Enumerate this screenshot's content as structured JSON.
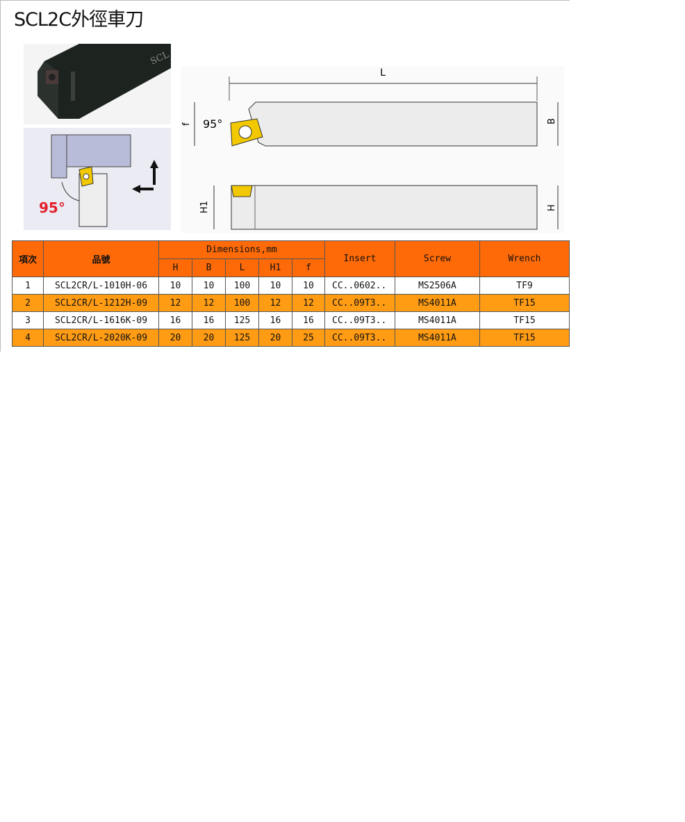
{
  "title": "SCL2C外徑車刀",
  "drawing": {
    "angle_label": "95°",
    "dim_L": "L",
    "dim_B": "B",
    "dim_f": "f",
    "dim_H": "H",
    "dim_H1": "H1",
    "photo_marking": "SCL"
  },
  "table": {
    "headers": {
      "item": "項次",
      "part_no": "品號",
      "dimensions": "Dimensions,mm",
      "H": "H",
      "B": "B",
      "L": "L",
      "H1": "H1",
      "f": "f",
      "insert": "Insert",
      "screw": "Screw",
      "wrench": "Wrench"
    },
    "rows": [
      {
        "item": "1",
        "part_no": "SCL2CR/L-1010H-06",
        "H": "10",
        "B": "10",
        "L": "100",
        "H1": "10",
        "f": "10",
        "insert": "CC..0602..",
        "screw": "MS2506A",
        "wrench": "TF9"
      },
      {
        "item": "2",
        "part_no": "SCL2CR/L-1212H-09",
        "H": "12",
        "B": "12",
        "L": "100",
        "H1": "12",
        "f": "12",
        "insert": "CC..09T3..",
        "screw": "MS4011A",
        "wrench": "TF15"
      },
      {
        "item": "3",
        "part_no": "SCL2CR/L-1616K-09",
        "H": "16",
        "B": "16",
        "L": "125",
        "H1": "16",
        "f": "16",
        "insert": "CC..09T3..",
        "screw": "MS4011A",
        "wrench": "TF15"
      },
      {
        "item": "4",
        "part_no": "SCL2CR/L-2020K-09",
        "H": "20",
        "B": "20",
        "L": "125",
        "H1": "20",
        "f": "25",
        "insert": "CC..09T3..",
        "screw": "MS4011A",
        "wrench": "TF15"
      }
    ]
  }
}
